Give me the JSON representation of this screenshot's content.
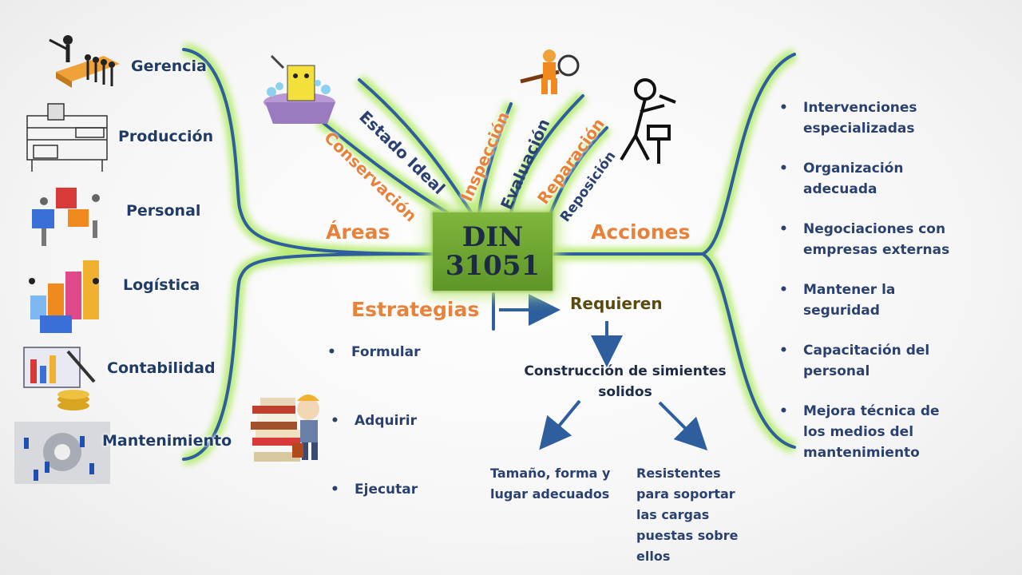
{
  "center": {
    "line1": "DIN",
    "line2": "31051"
  },
  "left_items": [
    "Gerencia",
    "Producción",
    "Personal",
    "Logística",
    "Contabilidad",
    "Mantenimiento"
  ],
  "areas_label": "Áreas",
  "acciones_label": "Acciones",
  "estrategias_label": "Estrategias",
  "requieren_label": "Requieren",
  "branches": {
    "estado_ideal": "Estado Ideal",
    "conservacion": "Conservación",
    "inspeccion": "Inspección",
    "evaluacion": "Evaluación",
    "reparacion": "Reparación",
    "reposicion": "Reposición"
  },
  "acciones_items": [
    "Intervenciones especializadas",
    "Organización adecuada",
    "Negociaciones con empresas externas",
    "Mantener la seguridad",
    "Capacitación del personal",
    "Mejora técnica de los medios del mantenimiento"
  ],
  "estrategias_items": [
    "Formular",
    "Adquirir",
    "Ejecutar"
  ],
  "construccion": "Construcción de simientes solidos",
  "outcome_left": "Tamaño, forma y lugar adecuados",
  "outcome_right": "Resistentes para soportar las cargas puestas sobre ellos",
  "colors": {
    "line": "#2e5e9e",
    "glow": "#b6ec6e",
    "orange": "#e8813a",
    "navy": "#1f3b66",
    "box": "#6ea833"
  },
  "icons": [
    "manager-icon",
    "factory-icon",
    "puzzle-people-icon",
    "logistics-chart-icon",
    "accounting-icon",
    "maintenance-workers-icon",
    "cleaning-bucket-icon",
    "magnifier-worker-icon",
    "hammer-worker-icon",
    "books-worker-icon"
  ]
}
